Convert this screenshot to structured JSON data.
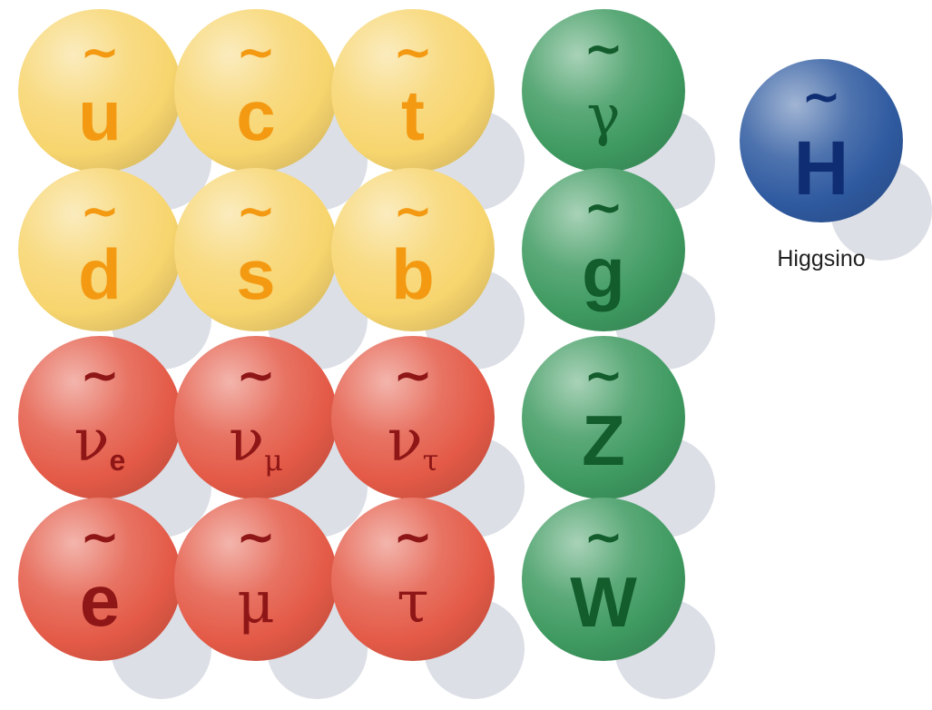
{
  "particles": {
    "squarks": [
      {
        "symbol": "u",
        "sub": ""
      },
      {
        "symbol": "c",
        "sub": ""
      },
      {
        "symbol": "t",
        "sub": ""
      },
      {
        "symbol": "d",
        "sub": ""
      },
      {
        "symbol": "s",
        "sub": ""
      },
      {
        "symbol": "b",
        "sub": ""
      }
    ],
    "sleptons": [
      {
        "symbol": "ν",
        "sub": "e"
      },
      {
        "symbol": "ν",
        "sub": "μ"
      },
      {
        "symbol": "ν",
        "sub": "τ"
      },
      {
        "symbol": "e",
        "sub": ""
      },
      {
        "symbol": "μ",
        "sub": ""
      },
      {
        "symbol": "τ",
        "sub": ""
      }
    ],
    "gauginos": [
      {
        "symbol": "γ",
        "sub": ""
      },
      {
        "symbol": "g",
        "sub": ""
      },
      {
        "symbol": "Z",
        "sub": ""
      },
      {
        "symbol": "W",
        "sub": ""
      }
    ],
    "higgsino": {
      "symbol": "H",
      "label": "Higgsino"
    }
  },
  "tilde": "~",
  "colors": {
    "squark_ball": "#f7d56e",
    "squark_text": "#f39a12",
    "slepton_ball": "#e45a47",
    "slepton_text": "#8e1616",
    "gaugino_ball": "#3e9a60",
    "gaugino_text": "#135c2c",
    "higgsino_ball": "#2f5aa0",
    "higgsino_text": "#0f2d72",
    "shadow": "#dcdfe6"
  }
}
